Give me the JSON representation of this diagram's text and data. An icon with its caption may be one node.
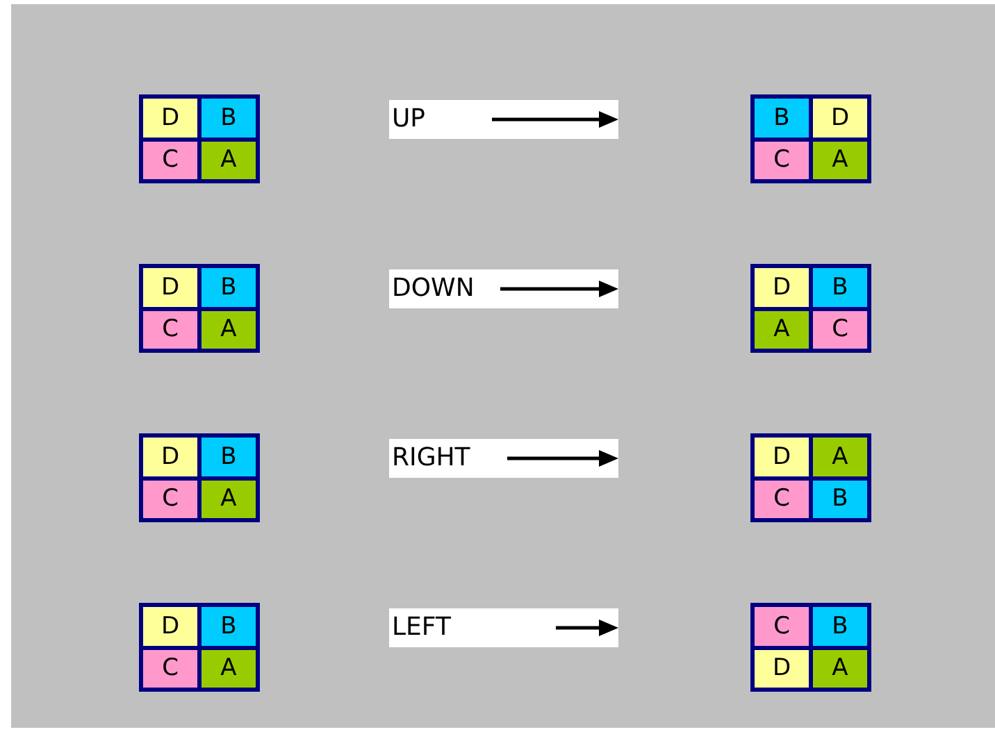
{
  "diagram": {
    "nodes": [
      {
        "text": [],
        "shape": "box"
      },
      {
        "text": [
          "D"
        ],
        "in": 0
      },
      {
        "text": [
          "B"
        ],
        "in": 0
      },
      {
        "text": [
          "C"
        ],
        "in": 0
      },
      {
        "text": [
          "A"
        ],
        "in": 0
      },
      {
        "text": [
          "UP"
        ]
      },
      {
        "text": [],
        "shape": "box"
      },
      {
        "text": [
          "B"
        ],
        "in": 6
      },
      {
        "text": [
          "D"
        ],
        "in": 6
      },
      {
        "text": [
          "C"
        ],
        "in": 6
      },
      {
        "text": [
          "A"
        ],
        "in": 6
      },
      {
        "text": [],
        "shape": "box"
      },
      {
        "text": [
          "D"
        ],
        "in": 11
      },
      {
        "text": [
          "B"
        ],
        "in": 11
      },
      {
        "text": [
          "C"
        ],
        "in": 11
      },
      {
        "text": [
          "A"
        ],
        "in": 11
      },
      {
        "text": [
          "DOWN"
        ]
      },
      {
        "text": [],
        "shape": "box"
      },
      {
        "text": [
          "D"
        ],
        "in": 17
      },
      {
        "text": [
          "B"
        ],
        "in": 17
      },
      {
        "text": [
          "A"
        ],
        "in": 17
      },
      {
        "text": [
          "C"
        ],
        "in": 17
      },
      {
        "text": [],
        "shape": "box"
      },
      {
        "text": [
          "D"
        ],
        "in": 22
      },
      {
        "text": [
          "B"
        ],
        "in": 22
      },
      {
        "text": [
          "C"
        ],
        "in": 22
      },
      {
        "text": [
          "A"
        ],
        "in": 22
      },
      {
        "text": [
          "RIGHT"
        ]
      },
      {
        "text": [],
        "shape": "box"
      },
      {
        "text": [
          "D"
        ],
        "in": 28
      },
      {
        "text": [
          "A"
        ],
        "in": 28
      },
      {
        "text": [
          "C"
        ],
        "in": 28
      },
      {
        "text": [
          "B"
        ],
        "in": 28
      },
      {
        "text": [],
        "shape": "box"
      },
      {
        "text": [
          "D"
        ],
        "in": 33
      },
      {
        "text": [
          "B"
        ],
        "in": 33
      },
      {
        "text": [
          "C"
        ],
        "in": 33
      },
      {
        "text": [
          "A"
        ],
        "in": 33
      },
      {
        "text": [
          "LEFT"
        ]
      },
      {
        "text": [],
        "shape": "box"
      },
      {
        "text": [
          "C"
        ],
        "in": 39
      },
      {
        "text": [
          "B"
        ],
        "in": 39
      },
      {
        "text": [
          "D"
        ],
        "in": 39
      },
      {
        "text": [
          "A"
        ],
        "in": 39
      }
    ]
  }
}
